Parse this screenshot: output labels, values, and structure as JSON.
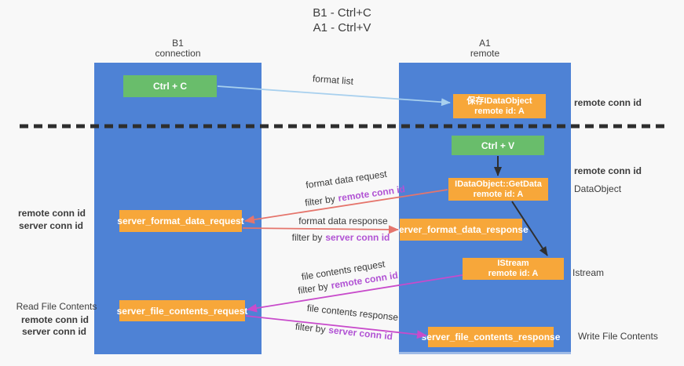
{
  "title": {
    "line1": "B1 - Ctrl+C",
    "line2": "A1 - Ctrl+V"
  },
  "columns": {
    "left": {
      "header_line1": "B1",
      "header_line2": "connection"
    },
    "right": {
      "header_line1": "A1",
      "header_line2": "remote"
    }
  },
  "boxes": {
    "ctrl_c": "Ctrl + C",
    "ctrl_v": "Ctrl + V",
    "save_dataobject": {
      "line1": "保存IDataObject",
      "line2": "remote id: A"
    },
    "getdata": {
      "line1": "IDataObject::GetData",
      "line2": "remote id: A"
    },
    "istream": {
      "line1": "IStream",
      "line2": "remote id: A"
    },
    "format_request": "server_format_data_request",
    "format_response": "server_format_data_response",
    "file_request": "server_file_contents_request",
    "file_response": "server_file_contents_response"
  },
  "arrow_labels": {
    "format_list": "format list",
    "format_data_request": "format data request",
    "format_data_response": "format data response",
    "file_contents_request": "file contents request",
    "file_contents_response": "file contents response",
    "filter_by": "filter by",
    "remote_conn_id": "remote conn id",
    "server_conn_id": "server conn id"
  },
  "side_labels": {
    "remote_conn_id": "remote conn id",
    "server_conn_id": "server conn id",
    "read_file_contents": "Read File Contents",
    "write_file_contents": "Write File Contents",
    "dataobject": "DataObject",
    "istream": "Istream"
  },
  "colors": {
    "column_blue": "#4e82d5",
    "box_orange": "#f7a73a",
    "box_green": "#69bd6b",
    "purple_text": "#b153d4",
    "green_text": "#6abe6c",
    "arrow_lightblue": "#a8d0ee",
    "arrow_salmon": "#e5756c",
    "arrow_magenta": "#c84bcb",
    "arrow_black": "#2f2f2f"
  }
}
